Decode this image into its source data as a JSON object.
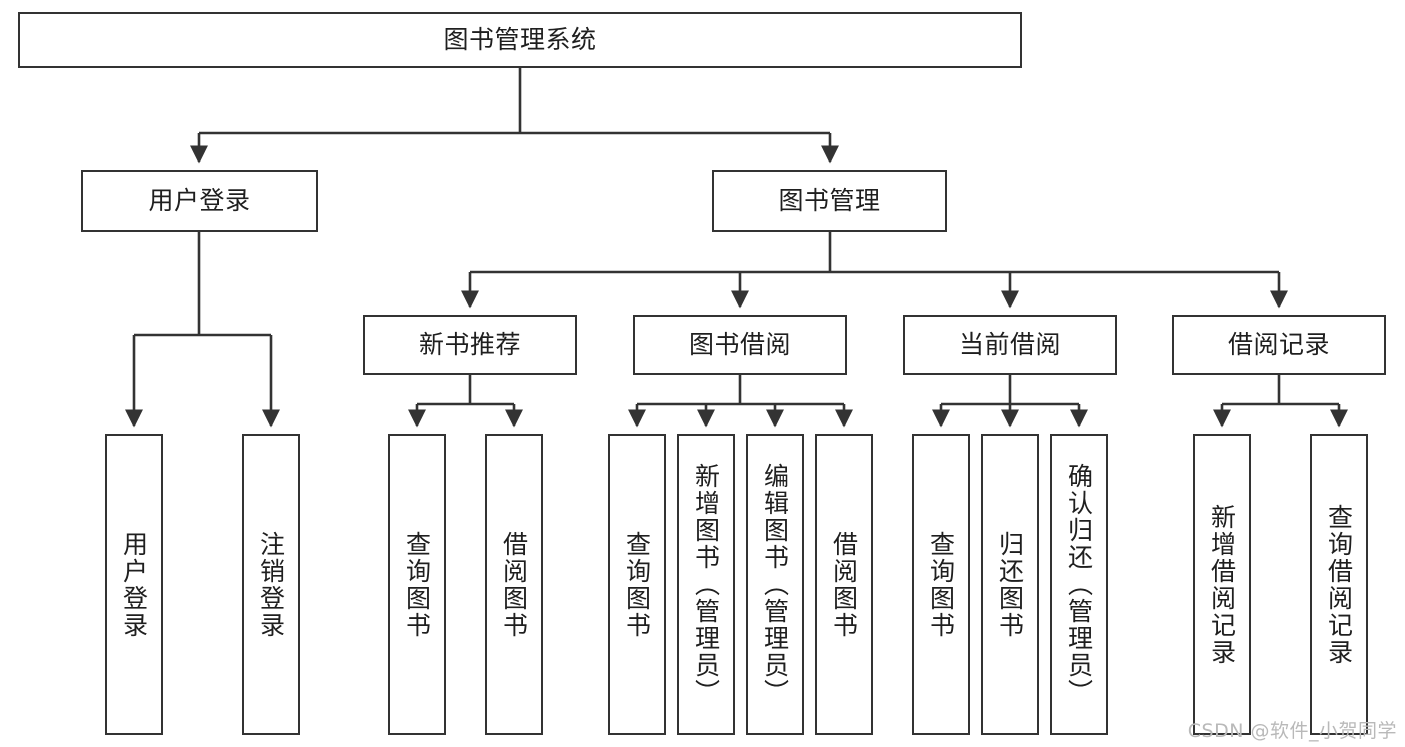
{
  "diagram": {
    "title": "图书管理系统",
    "watermark": "CSDN @软件_小贺同学",
    "stroke_color": "#333333",
    "fill_color": "#ffffff",
    "text_color": "#1f1f1f",
    "watermark_color": "#b9b9b9",
    "nodes": {
      "root": "图书管理系统",
      "level2": {
        "user_login": "用户登录",
        "book_manage": "图书管理"
      },
      "level3": {
        "new_book_rec": "新书推荐",
        "book_borrow": "图书借阅",
        "current_borrow": "当前借阅",
        "borrow_record": "借阅记录"
      },
      "leaves": {
        "user_login_1": "用户登录",
        "user_login_2": "注销登录",
        "new_book_rec_1": "查询图书",
        "new_book_rec_2": "借阅图书",
        "book_borrow_1": "查询图书",
        "book_borrow_2": "新增图书（管理员）",
        "book_borrow_3": "编辑图书（管理员）",
        "book_borrow_4": "借阅图书",
        "current_borrow_1": "查询图书",
        "current_borrow_2": "归还图书",
        "current_borrow_3": "确认归还（管理员）",
        "borrow_record_1": "新增借阅记录",
        "borrow_record_2": "查询借阅记录"
      }
    }
  }
}
